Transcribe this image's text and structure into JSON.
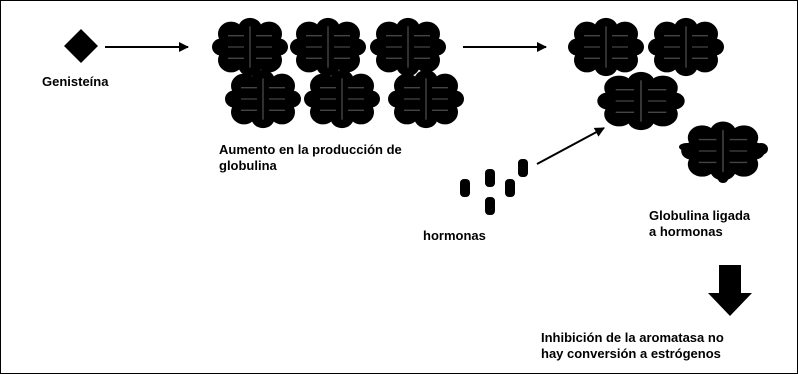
{
  "labels": {
    "genisteina": "Genisteína",
    "aumento_line1": "Aumento en la producción de",
    "aumento_line2": "globulina",
    "hormonas": "hormonas",
    "globulina_line1": "Globulina ligada",
    "globulina_line2": "a hormonas",
    "inhibicion_line1": "Inhibición de la aromatasa no",
    "inhibicion_line2": "hay conversión  a estrógenos"
  },
  "colors": {
    "ink": "#000000",
    "background": "#ffffff"
  },
  "icons": {
    "genisteina": "diamond-icon",
    "globulina": "globular-protein-icon",
    "hormona": "rounded-capsule-icon",
    "flow": "arrow-right-icon",
    "result": "block-arrow-down-icon"
  }
}
